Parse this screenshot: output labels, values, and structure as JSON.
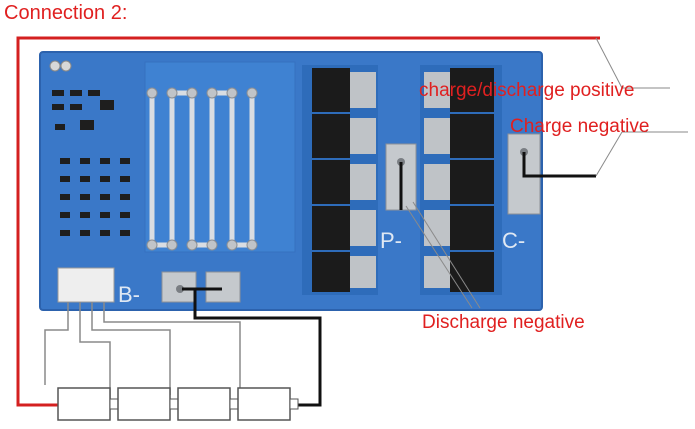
{
  "title": "Connection 2:",
  "labels": {
    "charge_discharge_positive": "charge/discharge positive",
    "charge_negative": "Charge negative",
    "discharge_negative": "Discharge negative"
  },
  "board": {
    "terminal_b": "B-",
    "terminal_p": "P-",
    "terminal_c": "C-"
  },
  "colors": {
    "label_text": "#e02020",
    "positive_wire": "#d42020",
    "negative_wire": "#111111",
    "pcb": "#3a78c8",
    "pcb_edge": "#2c62ad"
  },
  "battery_cells": 4
}
